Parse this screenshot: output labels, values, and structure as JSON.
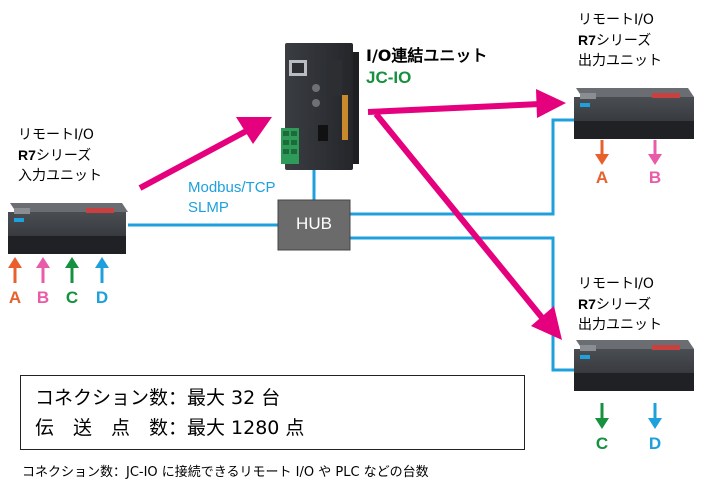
{
  "diagram": {
    "jcio": {
      "title": "I/O連結ユニット",
      "model": "JC-IO"
    },
    "protocol": {
      "line1": "Modbus/TCP",
      "line2": "SLMP"
    },
    "hub": {
      "label": "HUB"
    },
    "input_unit": {
      "line1": "リモートI/O",
      "line2_bold": "R7",
      "line2_rest": "シリーズ",
      "line3": "入力ユニット",
      "signals": [
        "A",
        "B",
        "C",
        "D"
      ]
    },
    "output_unit_top": {
      "line1": "リモートI/O",
      "line2_bold": "R7",
      "line2_rest": "シリーズ",
      "line3": "出力ユニット",
      "signals": [
        "A",
        "B"
      ]
    },
    "output_unit_bottom": {
      "line1": "リモートI/O",
      "line2_bold": "R7",
      "line2_rest": "シリーズ",
      "line3": "出力ユニット",
      "signals": [
        "C",
        "D"
      ]
    },
    "spec_box": {
      "line1": "コネクション数：最大 32 台",
      "line2": "伝　送　点　数：最大 1280 点"
    },
    "footnote": "コネクション数：JC-IO に接続できるリモート I/O や PLC などの台数",
    "colors": {
      "signal_A": "#e8602c",
      "signal_B": "#e95ba8",
      "signal_C": "#15913f",
      "signal_D": "#1ea0dc",
      "network_line": "#1ea0dc",
      "data_arrow": "#e5007e",
      "hub_fill": "#6b6b6b"
    }
  }
}
